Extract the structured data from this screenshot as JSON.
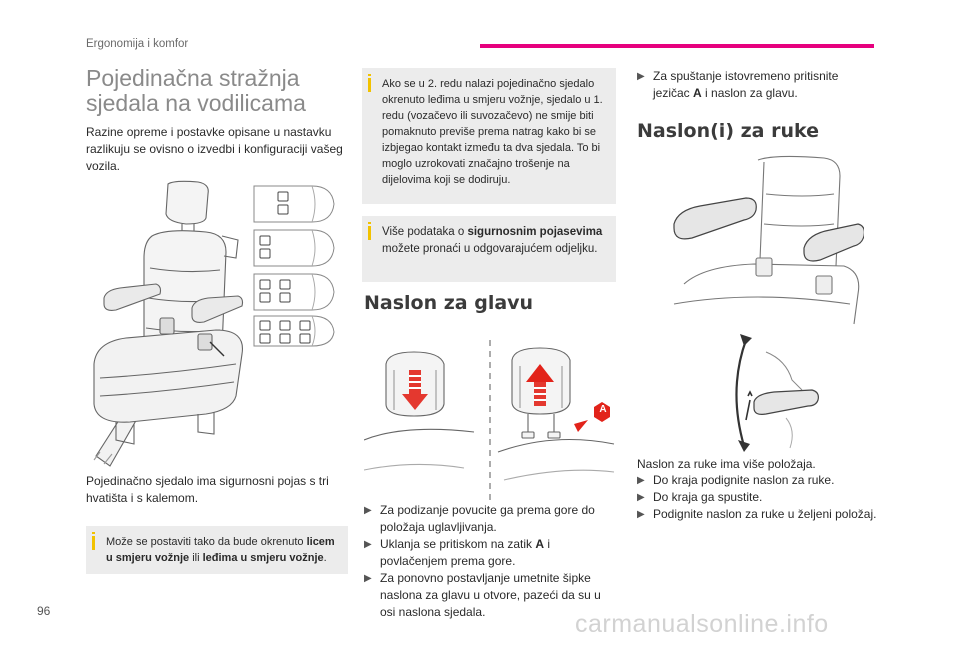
{
  "header": {
    "section": "Ergonomija i komfor"
  },
  "page_number": "96",
  "watermark": "carmanualsonline.info",
  "left": {
    "title_line1": "Pojedinačna stražnja",
    "title_line2": "sjedala na vodilicama",
    "intro": "Razine opreme i postavke opisane u nastavku razlikuju se ovisno o izvedbi i konfiguraciji vašeg vozila.",
    "seat_caption": "Pojedinačno sjedalo ima sigurnosni pojas s tri hvatišta i s kalemom.",
    "note": {
      "part1": "Može se postaviti tako da bude okrenuto ",
      "bold1": "licem u smjeru vožnje",
      "part2": " ili ",
      "bold2": "leđima u smjeru vožnje",
      "part3": "."
    }
  },
  "middle": {
    "note_top": "Ako se u 2. redu nalazi pojedinačno sjedalo okrenuto leđima u smjeru vožnje, sjedalo u 1. redu (vozačevo ili suvozačevo) ne smije biti pomaknuto previše prema natrag kako bi se izbjegao kontakt između ta dva sjedala. To bi moglo uzrokovati značajno trošenje na dijelovima koji se dodiruju.",
    "note_belts": {
      "part1": "Više podataka o ",
      "bold": "sigurnosnim pojasevima",
      "part2": " možete pronaći u odgovarajućem odjeljku."
    },
    "headrest_heading": "Naslon za glavu",
    "headrest_label_a": "A",
    "headrest_steps": [
      {
        "text": "Za podizanje povucite ga prema gore do položaja uglavljivanja."
      },
      {
        "text_before": "Uklanja se pritiskom na zatik ",
        "bold": "A",
        "text_after": " i povlačenjem prema gore."
      },
      {
        "text": "Za ponovno postavljanje umetnite šipke naslona za glavu u otvore, pazeći da su u osi naslona sjedala."
      }
    ]
  },
  "right": {
    "lower_both": {
      "text_before": "Za spuštanje istovremeno pritisnite jezičac ",
      "bold": "A",
      "text_after": " i naslon za glavu."
    },
    "armrest_heading": "Naslon(i) za ruke",
    "armrest_intro": "Naslon za ruke ima više položaja.",
    "armrest_steps": [
      "Do kraja podignite naslon za ruke.",
      "Do kraja ga spustite.",
      "Podignite naslon za ruke u željeni položaj."
    ]
  },
  "icons": {
    "bullet": "arrow-bullet-icon",
    "info": "info-icon"
  },
  "colors": {
    "accent": "#e6007e",
    "note_bg": "#ececec",
    "info": "#f2c200",
    "arrow_red": "#e2231a"
  }
}
